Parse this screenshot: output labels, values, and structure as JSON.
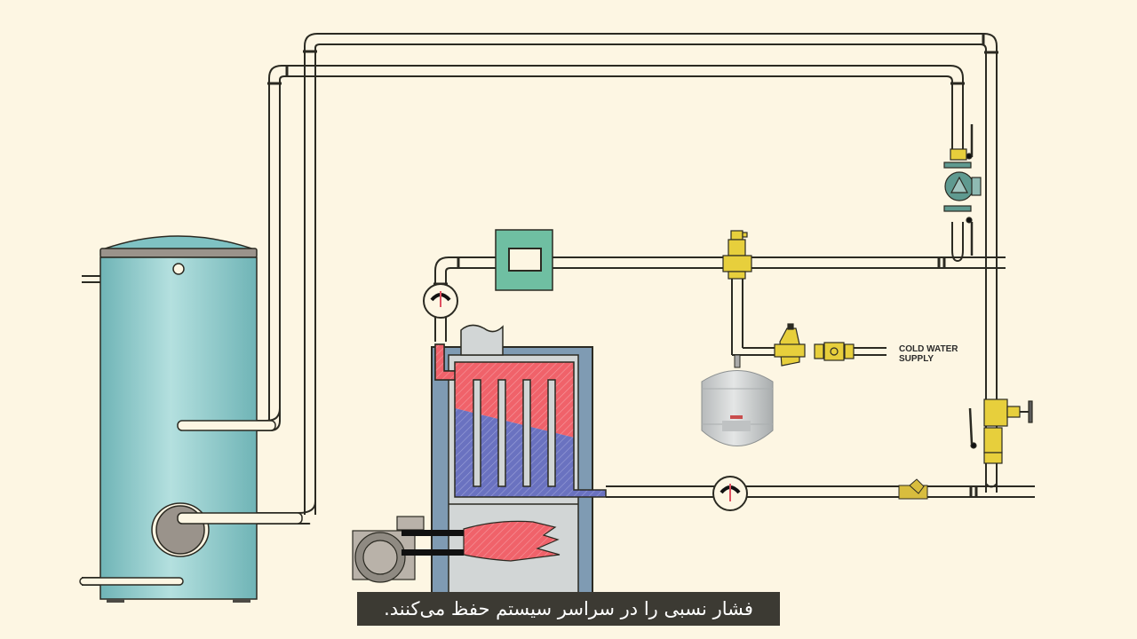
{
  "diagram": {
    "title": "Hydronic boiler system with indirect water heater",
    "colors": {
      "background": "#fdf6e3",
      "pipe_fill": "#fdf6e3",
      "pipe_stroke": "#2b2a22",
      "tank": "#86c6c6",
      "tank_cap": "#9a938b",
      "boiler_jacket": "#7f9bb3",
      "boiler_inner": "#d2d6d6",
      "hot_water": "#f0626a",
      "cold_water": "#6a72c0",
      "brass": "#e7cf3c",
      "pump": "#5f9a90",
      "control_box": "#6fbfa2",
      "expansion_tank": "#c9cccd",
      "gauge_needle": "#e05060"
    },
    "components": [
      {
        "id": "indirect-water-heater",
        "name": "Indirect water heater tank"
      },
      {
        "id": "boiler",
        "name": "Boiler with heat exchanger sections"
      },
      {
        "id": "burner",
        "name": "Oil burner with flame"
      },
      {
        "id": "flue-collar",
        "name": "Flue outlet"
      },
      {
        "id": "supply-gauge",
        "name": "Temperature/pressure gauge (supply)"
      },
      {
        "id": "return-gauge",
        "name": "Temperature/pressure gauge (return)"
      },
      {
        "id": "zone-control",
        "name": "Control box"
      },
      {
        "id": "air-vent",
        "name": "Air separator / vent"
      },
      {
        "id": "expansion-tank",
        "name": "Expansion tank"
      },
      {
        "id": "pressure-reducing-valve",
        "name": "Pressure reducing (fill) valve"
      },
      {
        "id": "backflow-preventer",
        "name": "Backflow preventer"
      },
      {
        "id": "circulator-pump",
        "name": "Circulator pump with isolation valves"
      },
      {
        "id": "purge-valve",
        "name": "Purge tee with hose bib and ball valve"
      },
      {
        "id": "y-strainer",
        "name": "Y-strainer"
      }
    ],
    "labels": {
      "cold_water_line1": "COLD WATER",
      "cold_water_line2": "SUPPLY"
    }
  },
  "subtitle": {
    "text": "فشار نسبی را در سراسر سیستم حفظ می‌کنند."
  }
}
